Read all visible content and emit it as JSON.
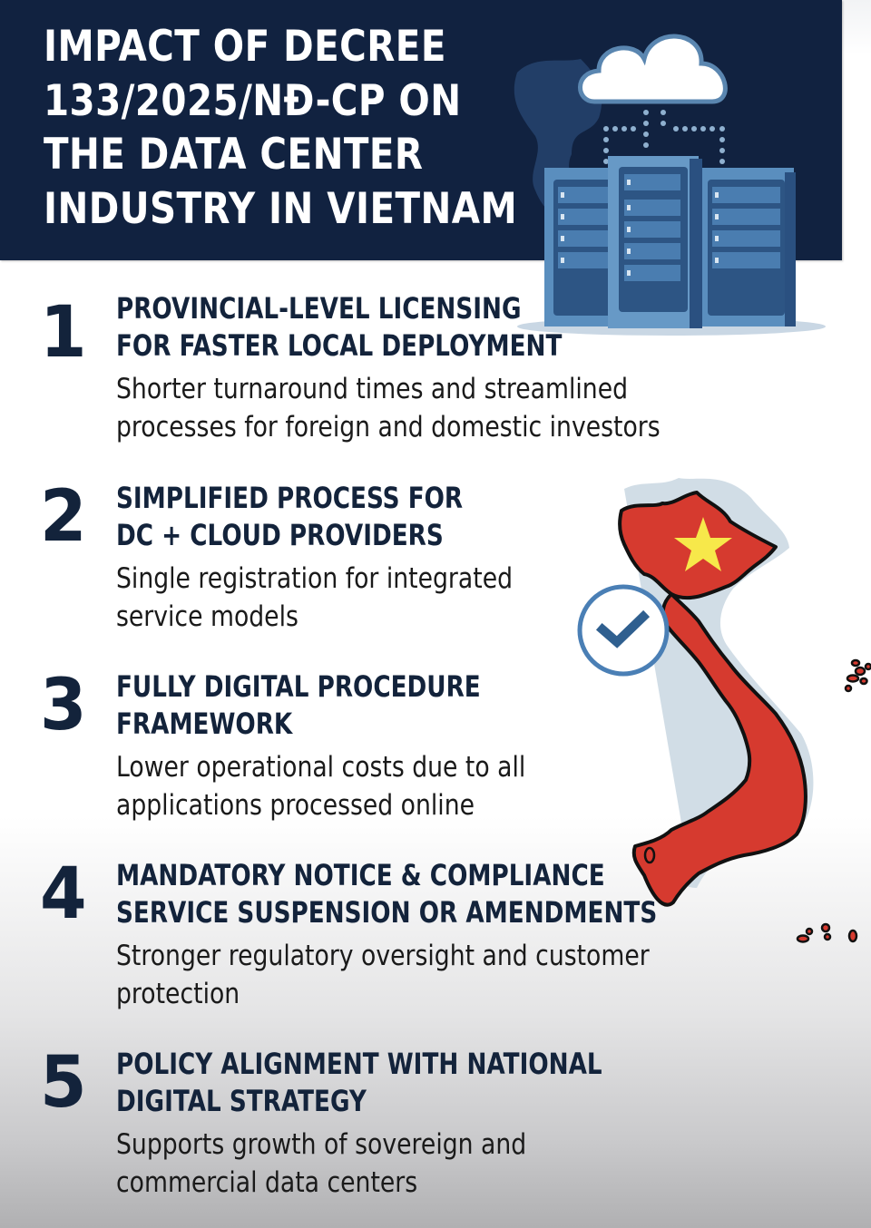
{
  "header": {
    "title_lines": [
      "IMPACT OF DECREE",
      "133/2025/NĐ-CP ON",
      "THE DATA CENTER",
      "INDUSTRY IN VIETNAM"
    ],
    "illustration": "cloud-data-center-icon"
  },
  "items": [
    {
      "number": "1",
      "heading_lines": [
        "PROVINCIAL-LEVEL LICENSING",
        "FOR FASTER LOCAL DEPLOYMENT"
      ],
      "description_lines": [
        "Shorter turnaround times and streamlined",
        "processes for foreign and domestic investors"
      ]
    },
    {
      "number": "2",
      "heading_lines": [
        "SIMPLIFIED PROCESS FOR",
        "DC + CLOUD PROVIDERS"
      ],
      "description_lines": [
        "Single registration for integrated",
        "service models"
      ]
    },
    {
      "number": "3",
      "heading_lines": [
        "FULLY DIGITAL PROCEDURE",
        "FRAMEWORK"
      ],
      "description_lines": [
        "Lower operational costs due to all",
        "applications processed online"
      ]
    },
    {
      "number": "4",
      "heading_lines": [
        "MANDATORY NOTICE & COMPLIANCE",
        "SERVICE SUSPENSION OR AMENDMENTS"
      ],
      "description_lines": [
        "Stronger regulatory oversight and customer",
        "protection"
      ]
    },
    {
      "number": "5",
      "heading_lines": [
        "POLICY ALIGNMENT WITH NATIONAL",
        "DIGITAL STRATEGY"
      ],
      "description_lines": [
        "Supports growth of sovereign and",
        "commercial data centers"
      ]
    }
  ],
  "decorations": {
    "map": "vietnam-map-icon",
    "check": "check-circle-icon",
    "star": "star-icon"
  },
  "colors": {
    "header_bg": "#112240",
    "text_dark": "#13233b",
    "map_red": "#d63a2f",
    "star_yellow": "#f7e84a",
    "accent_blue": "#3f78b0",
    "server_blue": "#4a7fb5"
  }
}
